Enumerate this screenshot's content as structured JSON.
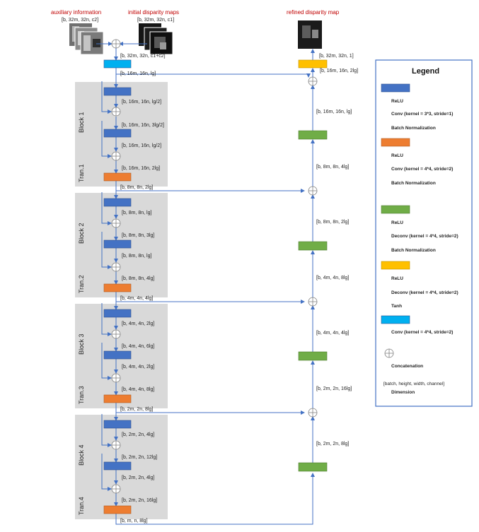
{
  "colors": {
    "relu_conv3": "#4472c4",
    "relu_conv4": "#ed7d31",
    "relu_deconv": "#70ad47",
    "relu_deconv_tanh": "#ffc000",
    "conv_out": "#00b0f0",
    "line": "#4472c4",
    "block_bg": "#d9d9d9"
  },
  "titles": {
    "aux": "auxiliary information",
    "init": "initial disparity maps",
    "refined": "refined disparity map"
  },
  "dims": {
    "aux": "[b, 32m, 32n, c2]",
    "init": "[b, 32m, 32n, c1]",
    "concat": "[b, 32m, 32n, c1+c2]",
    "after_conv": "[b, 16m, 16n, lg]",
    "b1_1": "[b, 16m, 16n, lg/2]",
    "b1_2": "[b, 16m, 16n, 3lg/2]",
    "b1_3": "[b, 16m, 16n, lg/2]",
    "b1_4": "[b, 16m, 16n, 2lg]",
    "t1": "[b, 8m, 8n, 2lg]",
    "b2_1": "[b, 8m, 8n, lg]",
    "b2_2": "[b, 8m, 8n, 3lg]",
    "b2_3": "[b, 8m, 8n, lg]",
    "b2_4": "[b, 8m, 8n, 4lg]",
    "t2": "[b, 4m, 4n, 4lg]",
    "b3_1": "[b, 4m, 4n, 2lg]",
    "b3_2": "[b, 4m, 4n, 6lg]",
    "b3_3": "[b, 4m, 4n, 2lg]",
    "b3_4": "[b, 4m, 4n, 8lg]",
    "t3": "[b, 2m, 2n, 8lg]",
    "b4_1": "[b, 2m, 2n, 4lg]",
    "b4_2": "[b, 2m, 2n, 12lg]",
    "b4_3": "[b, 2m, 2n, 4lg]",
    "b4_4": "[b, 2m, 2n, 16lg]",
    "t4": "[b, m, n, 8lg]",
    "r_out": "[b, 32m, 32n, 1]",
    "r_top": "[b, 16m, 16n, 2lg]",
    "r1": "[b, 16m, 16n, lg]",
    "r2": "[b, 8m, 8n, 4lg]",
    "r3": "[b, 8m, 8n, 2lg]",
    "r4": "[b, 4m, 4n, 8lg]",
    "r5": "[b, 4m, 4n, 4lg]",
    "r6": "[b, 2m, 2n, 16lg]",
    "r7": "[b, 2m, 2n, 8lg]"
  },
  "blocks": {
    "b1": "Block 1",
    "t1": "Tran.1",
    "b2": "Block 2",
    "t2": "Tran.2",
    "b3": "Block 3",
    "t3": "Tran.3",
    "b4": "Block 4",
    "t4": "Tran.4"
  },
  "legend": {
    "title": "Legend",
    "blue": [
      "ReLU",
      "Conv (kernel = 3*3, stride=1)",
      "Batch Normalization"
    ],
    "orange": [
      "ReLU",
      "Conv (kernel = 4*4, stride=2)",
      "Batch Normalization"
    ],
    "green": [
      "ReLU",
      "Deconv (kernel = 4*4, stride=2)",
      "Batch Normalization"
    ],
    "yellow": [
      "ReLU",
      "Deconv (kernel = 4*4, stride=2)",
      "Tanh"
    ],
    "cyan": [
      "Conv (kernel = 4*4, stride=2)"
    ],
    "concat": "Concatenation",
    "dim_format": "[batch, height, width, channel]",
    "dim": "Dimension"
  }
}
